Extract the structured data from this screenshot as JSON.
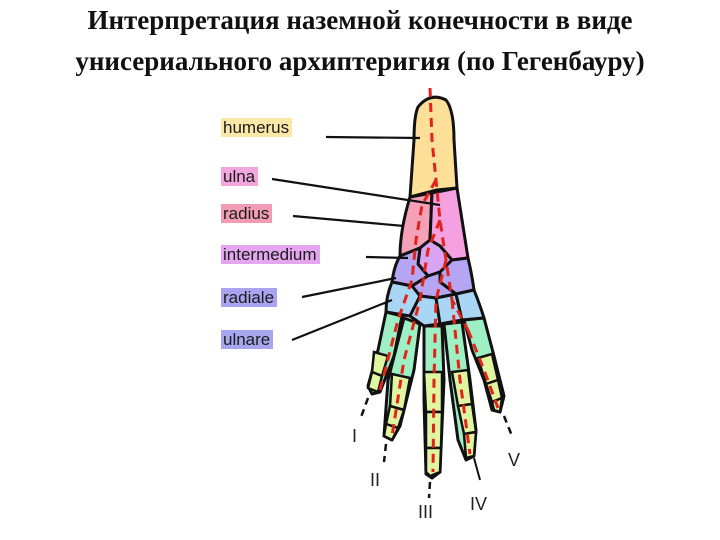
{
  "title": {
    "line1": "Интерпретация наземной конечности в виде",
    "line2": "унисериального архиптеригия (по Гегенбауру)"
  },
  "labels": [
    {
      "text": "humerus",
      "bg": "#fbe7a8"
    },
    {
      "text": "ulna",
      "bg": "#f2a6dd"
    },
    {
      "text": "radius",
      "bg": "#f19bb4"
    },
    {
      "text": "intermedium",
      "bg": "#e3a6ef"
    },
    {
      "text": "radiale",
      "bg": "#aaa3ef"
    },
    {
      "text": "ulnare",
      "bg": "#a8a6ee"
    }
  ],
  "digits": [
    "I",
    "II",
    "III",
    "IV",
    "V"
  ],
  "colors": {
    "humerus": "#fddf97",
    "ulna": "#f5a0e0",
    "radius": "#f4a0b6",
    "intermedium": "#d9a4f2",
    "radiale": "#b5a5f3",
    "carpal_distal": "#a9d6f5",
    "metacarpal": "#9ef0c4",
    "phalanx": "#dff5a0",
    "axis_line": "#e2231a",
    "outline": "#111111"
  }
}
